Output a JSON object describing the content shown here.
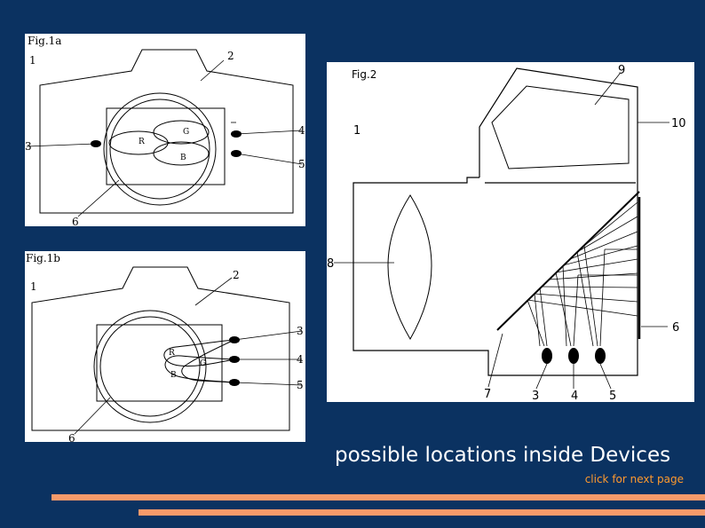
{
  "fig1a": {
    "title": "Fig.1a",
    "labels": {
      "l1": "1",
      "l2": "2",
      "l3": "3",
      "l4": "4",
      "l5": "5",
      "l6": "6",
      "r": "R",
      "g": "G",
      "b": "B"
    }
  },
  "fig1b": {
    "title": "Fig.1b",
    "labels": {
      "l1": "1",
      "l2": "2",
      "l3": "3",
      "l4": "4",
      "l5": "5",
      "l6": "6",
      "r": "R",
      "g": "G",
      "b": "B"
    }
  },
  "fig2": {
    "title": "Fig.2",
    "labels": {
      "l1": "1",
      "l3": "3",
      "l4": "4",
      "l5": "5",
      "l6": "6",
      "l7": "7",
      "l8": "8",
      "l9": "9",
      "l10": "10"
    }
  },
  "page": {
    "title": "possible locations inside Devices",
    "next_link": "click for next page"
  },
  "colors": {
    "background": "#0b3261",
    "accent_bars": "#f79a6a",
    "link": "#ff9a2e"
  }
}
